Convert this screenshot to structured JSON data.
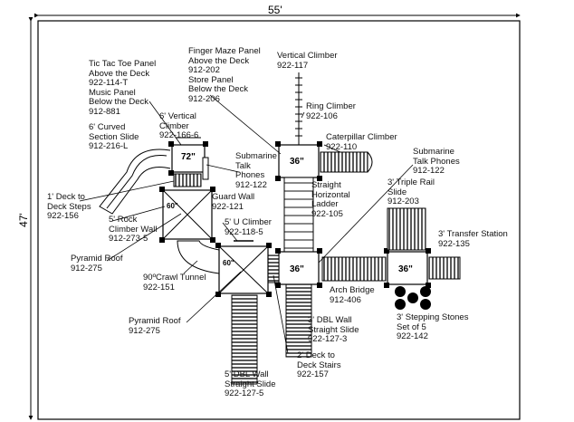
{
  "dimensions": {
    "width": "55'",
    "height": "47'"
  },
  "decks": {
    "top": "36\"",
    "center": "36\"",
    "right": "36\"",
    "small": "72\"",
    "rock": "60\"",
    "ushape": "60\""
  },
  "labels": {
    "tic_tac_toe": "Tic Tac Toe Panel\nAbove the Deck\n922-114-T\nMusic Panel\nBelow the Deck\n912-881",
    "finger_maze": "Finger Maze Panel\nAbove the Deck\n912-202\nStore Panel\nBelow the Deck\n912-206",
    "vertical_climber": "Vertical Climber\n922-117",
    "ring_climber": "Ring Climber\n922-106",
    "curved_slide": "6' Curved\nSection Slide\n912-216-L",
    "vertical_climber_6": "6' Vertical\nClimber\n922-166-6",
    "caterpillar": "Caterpillar Climber\n922-110",
    "sub_phones_left": "Submarine\nTalk\nPhones\n912-122",
    "sub_phones_right": "Submarine\nTalk Phones\n912-122",
    "triple_rail": "3' Triple Rail\nSlide\n912-203",
    "deck_to_deck_1": "1' Deck to\nDeck Steps\n922-156",
    "guard_wall": "Guard Wall\n922-121",
    "straight_ladder": "Straight\nHorizontal\nLadder\n922-105",
    "rock_wall": "5' Rock\nClimber Wall\n912-273-5",
    "u_climber": "5' U Climber\n922-118-5",
    "transfer": "3' Transfer Station\n922-135",
    "pyramid_1": "Pyramid Roof\n912-275",
    "crawl_tunnel": "90ºCrawl Tunnel\n922-151",
    "arch_bridge": "Arch Bridge\n912-406",
    "stepping": "3' Stepping Stones\nSet of 5\n922-142",
    "pyramid_2": "Pyramid Roof\n912-275",
    "dbl_slide_3": "3' DBL Wall\nStraight Slide\n922-127-3",
    "deck_to_deck_2": "2' Deck to\nDeck Stairs\n922-157",
    "dbl_slide_5": "5' DBL Wall\nStraight Slide\n922-127-5"
  }
}
